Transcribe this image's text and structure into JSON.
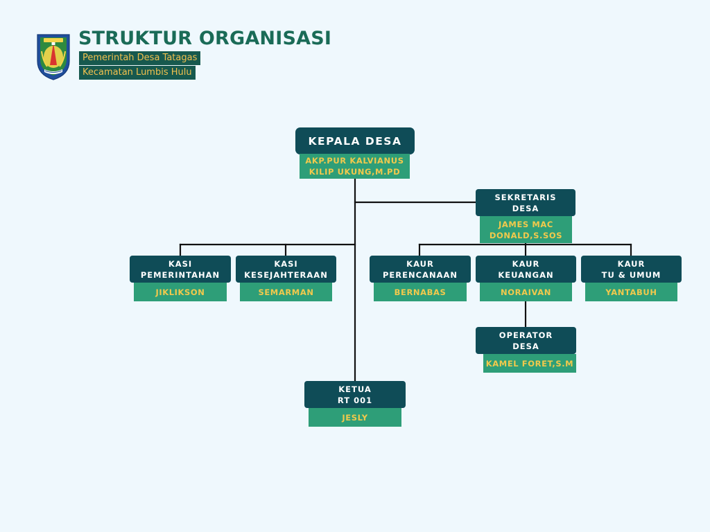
{
  "header": {
    "title": "STRUKTUR ORGANISASI",
    "subtitle_line1": "Pemerintah Desa Tatagas",
    "subtitle_line2": "Kecamatan Lumbis Hulu"
  },
  "colors": {
    "background": "#eff8fd",
    "title": "#1a6b57",
    "role_box": "#0f4c57",
    "role_text": "#ffffff",
    "person_box": "#2e9e78",
    "person_text": "#f2c94c",
    "connector": "#111111"
  },
  "logo": {
    "icon": "regional-emblem-shield"
  },
  "org": {
    "kepala_desa": {
      "role": [
        "KEPALA DESA"
      ],
      "name": [
        "AKP.PUR KALVIANUS",
        "KILIP UKUNG,M.PD"
      ]
    },
    "sekretaris": {
      "role": [
        "SEKRETARIS",
        "DESA"
      ],
      "name": [
        "JAMES MAC",
        "DONALD,S.SOS"
      ]
    },
    "kasi_pemerintahan": {
      "role": [
        "KASI",
        "PEMERINTAHAN"
      ],
      "name": [
        "JIKLIKSON"
      ]
    },
    "kasi_kesejahteraan": {
      "role": [
        "KASI",
        "KESEJAHTERAAN"
      ],
      "name": [
        "SEMARMAN"
      ]
    },
    "kaur_perencanaan": {
      "role": [
        "KAUR",
        "PERENCANAAN"
      ],
      "name": [
        "BERNABAS"
      ]
    },
    "kaur_keuangan": {
      "role": [
        "KAUR",
        "KEUANGAN"
      ],
      "name": [
        "NORAIVAN"
      ]
    },
    "kaur_tu_umum": {
      "role": [
        "KAUR",
        "TU & UMUM"
      ],
      "name": [
        "YANTABUH"
      ]
    },
    "operator": {
      "role": [
        "OPERATOR",
        "DESA"
      ],
      "name": [
        "KAMEL FORET,S.M"
      ]
    },
    "ketua_rt": {
      "role": [
        "KETUA",
        "RT 001"
      ],
      "name": [
        "JESLY"
      ]
    }
  }
}
